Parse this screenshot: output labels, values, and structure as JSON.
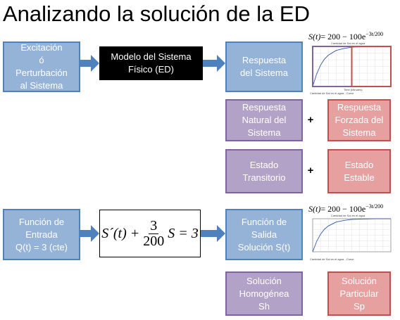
{
  "title": "Analizando la solución de la ED",
  "row1": {
    "input": "Excitación\nó\nPerturbación\nal Sistema",
    "model": "Modelo del Sistema\nFísico (ED)",
    "output": "Respuesta\ndel Sistema",
    "formula": {
      "lhs": "S(t)",
      "rhs": "= 200 − 100e",
      "exp": "−3t/200"
    },
    "plot_title": "Cantidad de Sal en el agua",
    "plot_xlabel": "Time (Minutes)",
    "plot_legend": "Cantidad de Sal en el agua - Curve"
  },
  "row2": {
    "left": "Respuesta\nNatural del\nSistema",
    "plus": "+",
    "right": "Respuesta\nForzada del\nSistema"
  },
  "row3": {
    "left": "Estado\nTransitorio",
    "plus": "+",
    "right": "Estado\nEstable"
  },
  "row4": {
    "input": "Función de\nEntrada\nQ(t) = 3 (cte)",
    "equation": {
      "lhs": "S´(t) +",
      "frac_num": "3",
      "frac_den": "200",
      "rhs": "S = 3"
    },
    "output": "Función de\nSalida\nSolución S(t)",
    "formula": {
      "lhs": "S(t)",
      "rhs": "= 200 − 100e",
      "exp": "−3t/200"
    },
    "plot_title": "Cantidad de Sal en el agua",
    "plot_legend": "Cantidad de Sal en el agua - Curve"
  },
  "row5": {
    "left": "Solución\nHomogénea\nSh",
    "right": "Solución\nParticular\nSp"
  },
  "colors": {
    "blue_fill": "#95b3d7",
    "blue_border": "#4f81bd",
    "purple_fill": "#b3a2c7",
    "purple_border": "#8064a2",
    "red_fill": "#e6a0a0",
    "red_border": "#c0504d",
    "arrow": "#4f81bd"
  },
  "chart_data": [
    {
      "type": "line",
      "title": "Cantidad de Sal en el agua",
      "xlabel": "Time (Minutes)",
      "x": [
        0,
        25,
        50,
        75,
        100,
        150,
        200,
        250,
        300,
        400,
        500
      ],
      "series": [
        {
          "values": [
            100,
            131,
            153,
            168,
            178,
            190,
            195,
            198,
            199,
            200,
            200
          ]
        }
      ],
      "ylim": [
        100,
        200
      ],
      "xlim": [
        0,
        500
      ],
      "grid": true,
      "highlight_boxes": [
        "purple",
        "red"
      ]
    },
    {
      "type": "line",
      "title": "Cantidad de Sal en el agua",
      "x": [
        0,
        25,
        50,
        75,
        100,
        150,
        200,
        250,
        300,
        400,
        500
      ],
      "series": [
        {
          "values": [
            100,
            131,
            153,
            168,
            178,
            190,
            195,
            198,
            199,
            200,
            200
          ]
        }
      ],
      "ylim": [
        100,
        200
      ],
      "xlim": [
        0,
        500
      ],
      "grid": true
    }
  ]
}
